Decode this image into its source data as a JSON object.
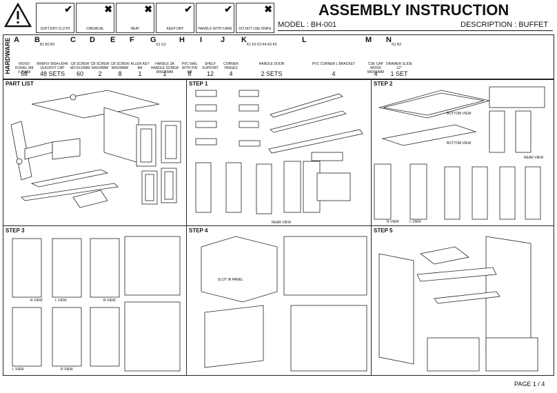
{
  "header": {
    "title": "ASSEMBLY INSTRUCTION",
    "model": "MODEL : BH-001",
    "description": "DESCRIPTION : BUFFET",
    "care": [
      {
        "label": "SOFT,DRY CLOTH",
        "ok": true
      },
      {
        "label": "CHEMICAL",
        "ok": false
      },
      {
        "label": "HEAT",
        "ok": false
      },
      {
        "label": "KEEP DRY",
        "ok": true
      },
      {
        "label": "HANDLE WITH CARE",
        "ok": true
      },
      {
        "label": "DO NOT USE KNIFE",
        "ok": false
      }
    ]
  },
  "hardware": {
    "label": "HARDWARE",
    "items": [
      {
        "letter": "A",
        "sub": "",
        "desc": "WOOD DOWEL M8 X 25MM",
        "qty": "58"
      },
      {
        "letter": "B",
        "sub": "B1   B2   B3",
        "desc": "MINIFIX 565A+2046  QUICKFIT CAP",
        "qty": "48 SETS"
      },
      {
        "letter": "C",
        "sub": "",
        "desc": "CB SCREW M3.5X16MM",
        "qty": "60"
      },
      {
        "letter": "D",
        "sub": "",
        "desc": "CB SCREW M4X28MM",
        "qty": "2"
      },
      {
        "letter": "E",
        "sub": "",
        "desc": "CB SCREW M4X38MM",
        "qty": "8"
      },
      {
        "letter": "F",
        "sub": "",
        "desc": "ALLEN KEY M4",
        "qty": "1"
      },
      {
        "letter": "G",
        "sub": "G1   G2",
        "desc": "HANDLE 3A  HANDLE SCREW M4X35MM",
        "qty": "1"
      },
      {
        "letter": "H",
        "sub": "",
        "desc": "PVC NAIL WITH PIN 5/8",
        "qty": "8"
      },
      {
        "letter": "I",
        "sub": "",
        "desc": "SHELF SUPPORT",
        "qty": "12"
      },
      {
        "letter": "J",
        "sub": "",
        "desc": "CORNER HINGES",
        "qty": "4"
      },
      {
        "letter": "K",
        "sub": "K1  K2  K3  K4  K5  K6",
        "desc": "HANDLE DOOR",
        "qty": "2 SETS"
      },
      {
        "letter": "L",
        "sub": "",
        "desc": "PVC CORNER L BRACKET",
        "qty": "4"
      },
      {
        "letter": "M",
        "sub": "",
        "desc": "CSK CAP WOOD M6X50MM",
        "qty": "4"
      },
      {
        "letter": "N",
        "sub": "N1   N2",
        "desc": "DRAWER SLIDE 12\"",
        "qty": "1 SET"
      }
    ],
    "dims": {
      "c": "16MM",
      "d": "28MM",
      "e": "38MM",
      "g": "35MM"
    }
  },
  "sections": {
    "parts": "PART LIST",
    "step1": "STEP 1",
    "step2": "STEP 2",
    "step3": "STEP 3",
    "step4": "STEP 4",
    "step5": "STEP 5"
  },
  "views": {
    "rear": "REAR VIEW",
    "bottom1": "BOTTOM VIEW",
    "bottom2": "BOTTOM VIEW",
    "rear2": "REAR VIEW",
    "rview": "R VIEW",
    "lview": "L VIEW",
    "slot": "SLOT IN PANEL"
  },
  "footer": {
    "page": "PAGE 1 / 4"
  }
}
